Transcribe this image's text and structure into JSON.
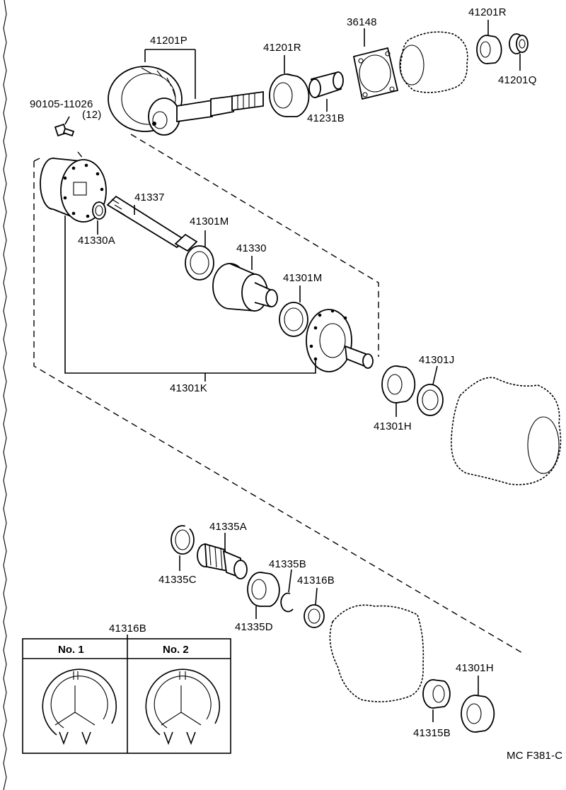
{
  "diagram_code": "MC F381-C",
  "parts": {
    "p41201P": "41201P",
    "p41201R_a": "41201R",
    "p36148": "36148",
    "p41201R_b": "41201R",
    "p41201Q": "41201Q",
    "p41231B": "41231B",
    "p90105": "90105-11026",
    "p90105_qty": "(12)",
    "p41337": "41337",
    "p41330A": "41330A",
    "p41301M_a": "41301M",
    "p41330": "41330",
    "p41301M_b": "41301M",
    "p41301K": "41301K",
    "p41301J": "41301J",
    "p41301H_a": "41301H",
    "p41335A": "41335A",
    "p41335C": "41335C",
    "p41335B": "41335B",
    "p41316B_a": "41316B",
    "p41335D": "41335D",
    "p41301H_b": "41301H",
    "p41315B": "41315B"
  },
  "inset": {
    "title": "41316B",
    "col1": "No. 1",
    "col2": "No. 2"
  }
}
